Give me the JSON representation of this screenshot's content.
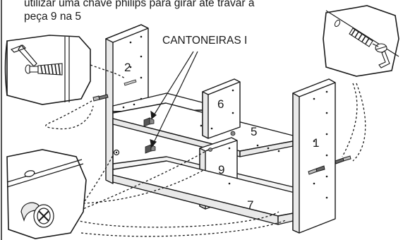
{
  "instructions": {
    "line1": "utilizar uma chave philips para girar até travar a",
    "line2": "peça 9 na 5"
  },
  "callout_label": "CANTONEIRAS I",
  "part_labels": {
    "p1": "1",
    "p2": "2",
    "p5": "5",
    "p6": "6",
    "p7": "7",
    "p9": "9"
  },
  "colors": {
    "line": "#1a1a1a",
    "panel": "#ffffff",
    "shade": "#e9e9e9"
  },
  "icons": [
    "hex-key-icon",
    "cam-bolt-icon",
    "cam-lock-icon",
    "screwdriver-cross-icon"
  ]
}
